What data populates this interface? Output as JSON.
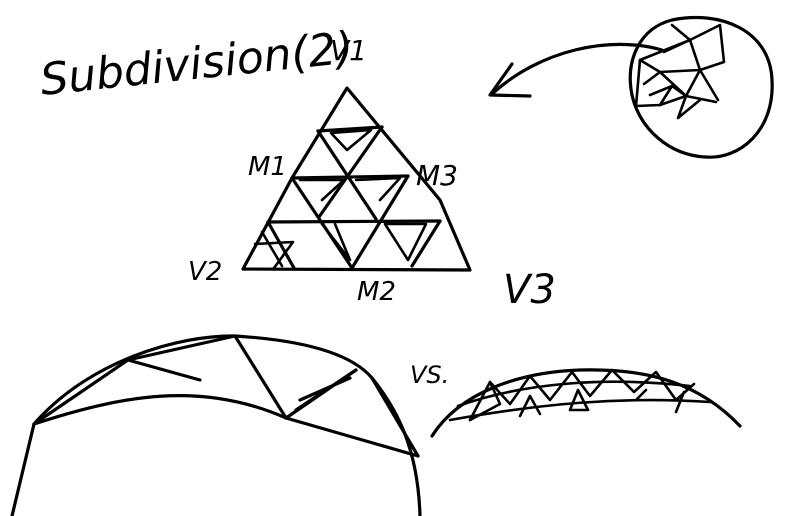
{
  "title": "Subdivision(2)",
  "vertices": {
    "v1": "V1",
    "v2": "V2",
    "v3": "V3"
  },
  "midpoints": {
    "m1": "M1",
    "m2": "M2",
    "m3": "M3"
  },
  "comparison_label": "VS.",
  "colors": {
    "ink": "#000000",
    "background": "#ffffff"
  }
}
